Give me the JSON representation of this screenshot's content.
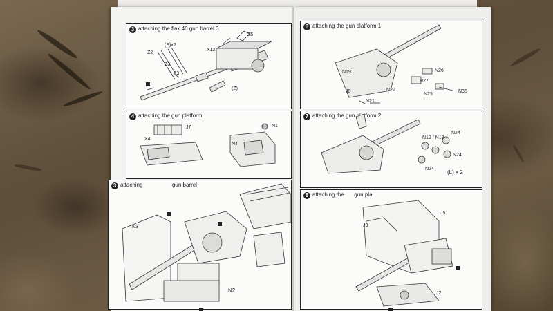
{
  "panels": {
    "p3a": {
      "number": "3",
      "title": "attaching the flak 40 gun barrel 3",
      "labels": [
        "(S)x2",
        "Z5",
        "Z2",
        "X12",
        "Z3",
        "Z3",
        "(Z)"
      ]
    },
    "p4": {
      "number": "4",
      "title": "attaching the gun platform",
      "labels": [
        "J7",
        "X4",
        "N1",
        "N4"
      ]
    },
    "p3b": {
      "number": "3",
      "title_start": "attaching",
      "title_end": "gun barrel",
      "labels": [
        "N3",
        "N2"
      ]
    },
    "p6": {
      "number": "6",
      "title": "attaching the gun platform 1",
      "labels": [
        "N19",
        "N26",
        "N27",
        "J8",
        "N22",
        "N25",
        "N35",
        "N21"
      ]
    },
    "p7": {
      "number": "7",
      "title": "attaching the gun platform 2",
      "labels": [
        "N24",
        "N12 / N13",
        "N24",
        "N24",
        "(L) x 2"
      ]
    },
    "p8": {
      "number": "8",
      "title_start": "attaching the",
      "title_end": "gun pla",
      "labels": [
        "J5",
        "J9",
        "J2"
      ]
    }
  },
  "icons": [
    "notice-icon"
  ]
}
